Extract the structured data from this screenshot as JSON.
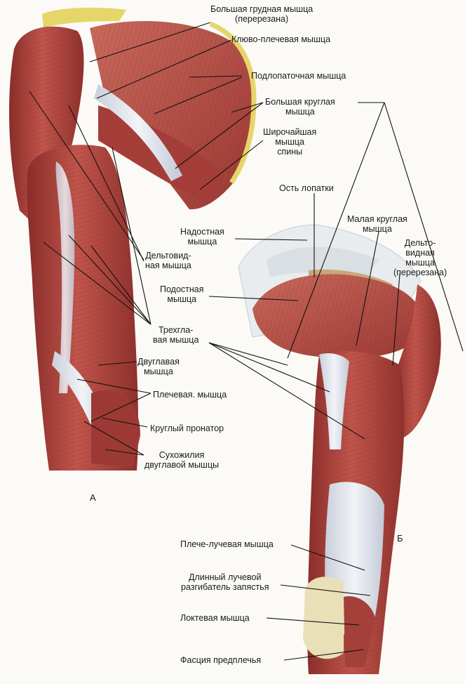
{
  "panels": {
    "a": "А",
    "b": "Б"
  },
  "labels": {
    "pectoralis_major": "Большая грудная мышца\n(перерезана)",
    "coracobrachialis": "Клюво-плечевая мышца",
    "subscapularis": "Подлопаточная мышца",
    "teres_major": "Большая круглая\nмышца",
    "latissimus_dorsi": "Широчайшая\nмышца\nспины",
    "scapular_spine": "Ость лопатки",
    "supraspinatus": "Надостная\nмышца",
    "teres_minor": "Малая круглая\nмышца",
    "deltoid_a": "Дельтовид-\nная мышца",
    "deltoid_b": "Дельто-\nвидная\nмышца\n(перерезана)",
    "infraspinatus": "Подостная\nмышца",
    "triceps": "Трехгла-\nвая мышца",
    "biceps": "Двуглавая\nмышца",
    "brachialis": "Плечевая. мышца",
    "pronator_teres": "Круглый пронатор",
    "biceps_tendons": "Сухожилия\nдвуглавой мышцы",
    "brachioradialis": "Плече-лучевая мышца",
    "ext_carpi_radialis_longus": "Длинный лучевой\nразгибатель запястья",
    "anconeus": "Локтевая мышца",
    "forearm_fascia": "Фасция предплечья"
  },
  "colors": {
    "muscle": "#b2463f",
    "muscle_dark": "#8a2d2a",
    "muscle_light": "#cc6a5e",
    "tendon": "#dfe3ec",
    "fat": "#e6d66a",
    "leader": "#111111",
    "paper": "#fbfaf6"
  }
}
